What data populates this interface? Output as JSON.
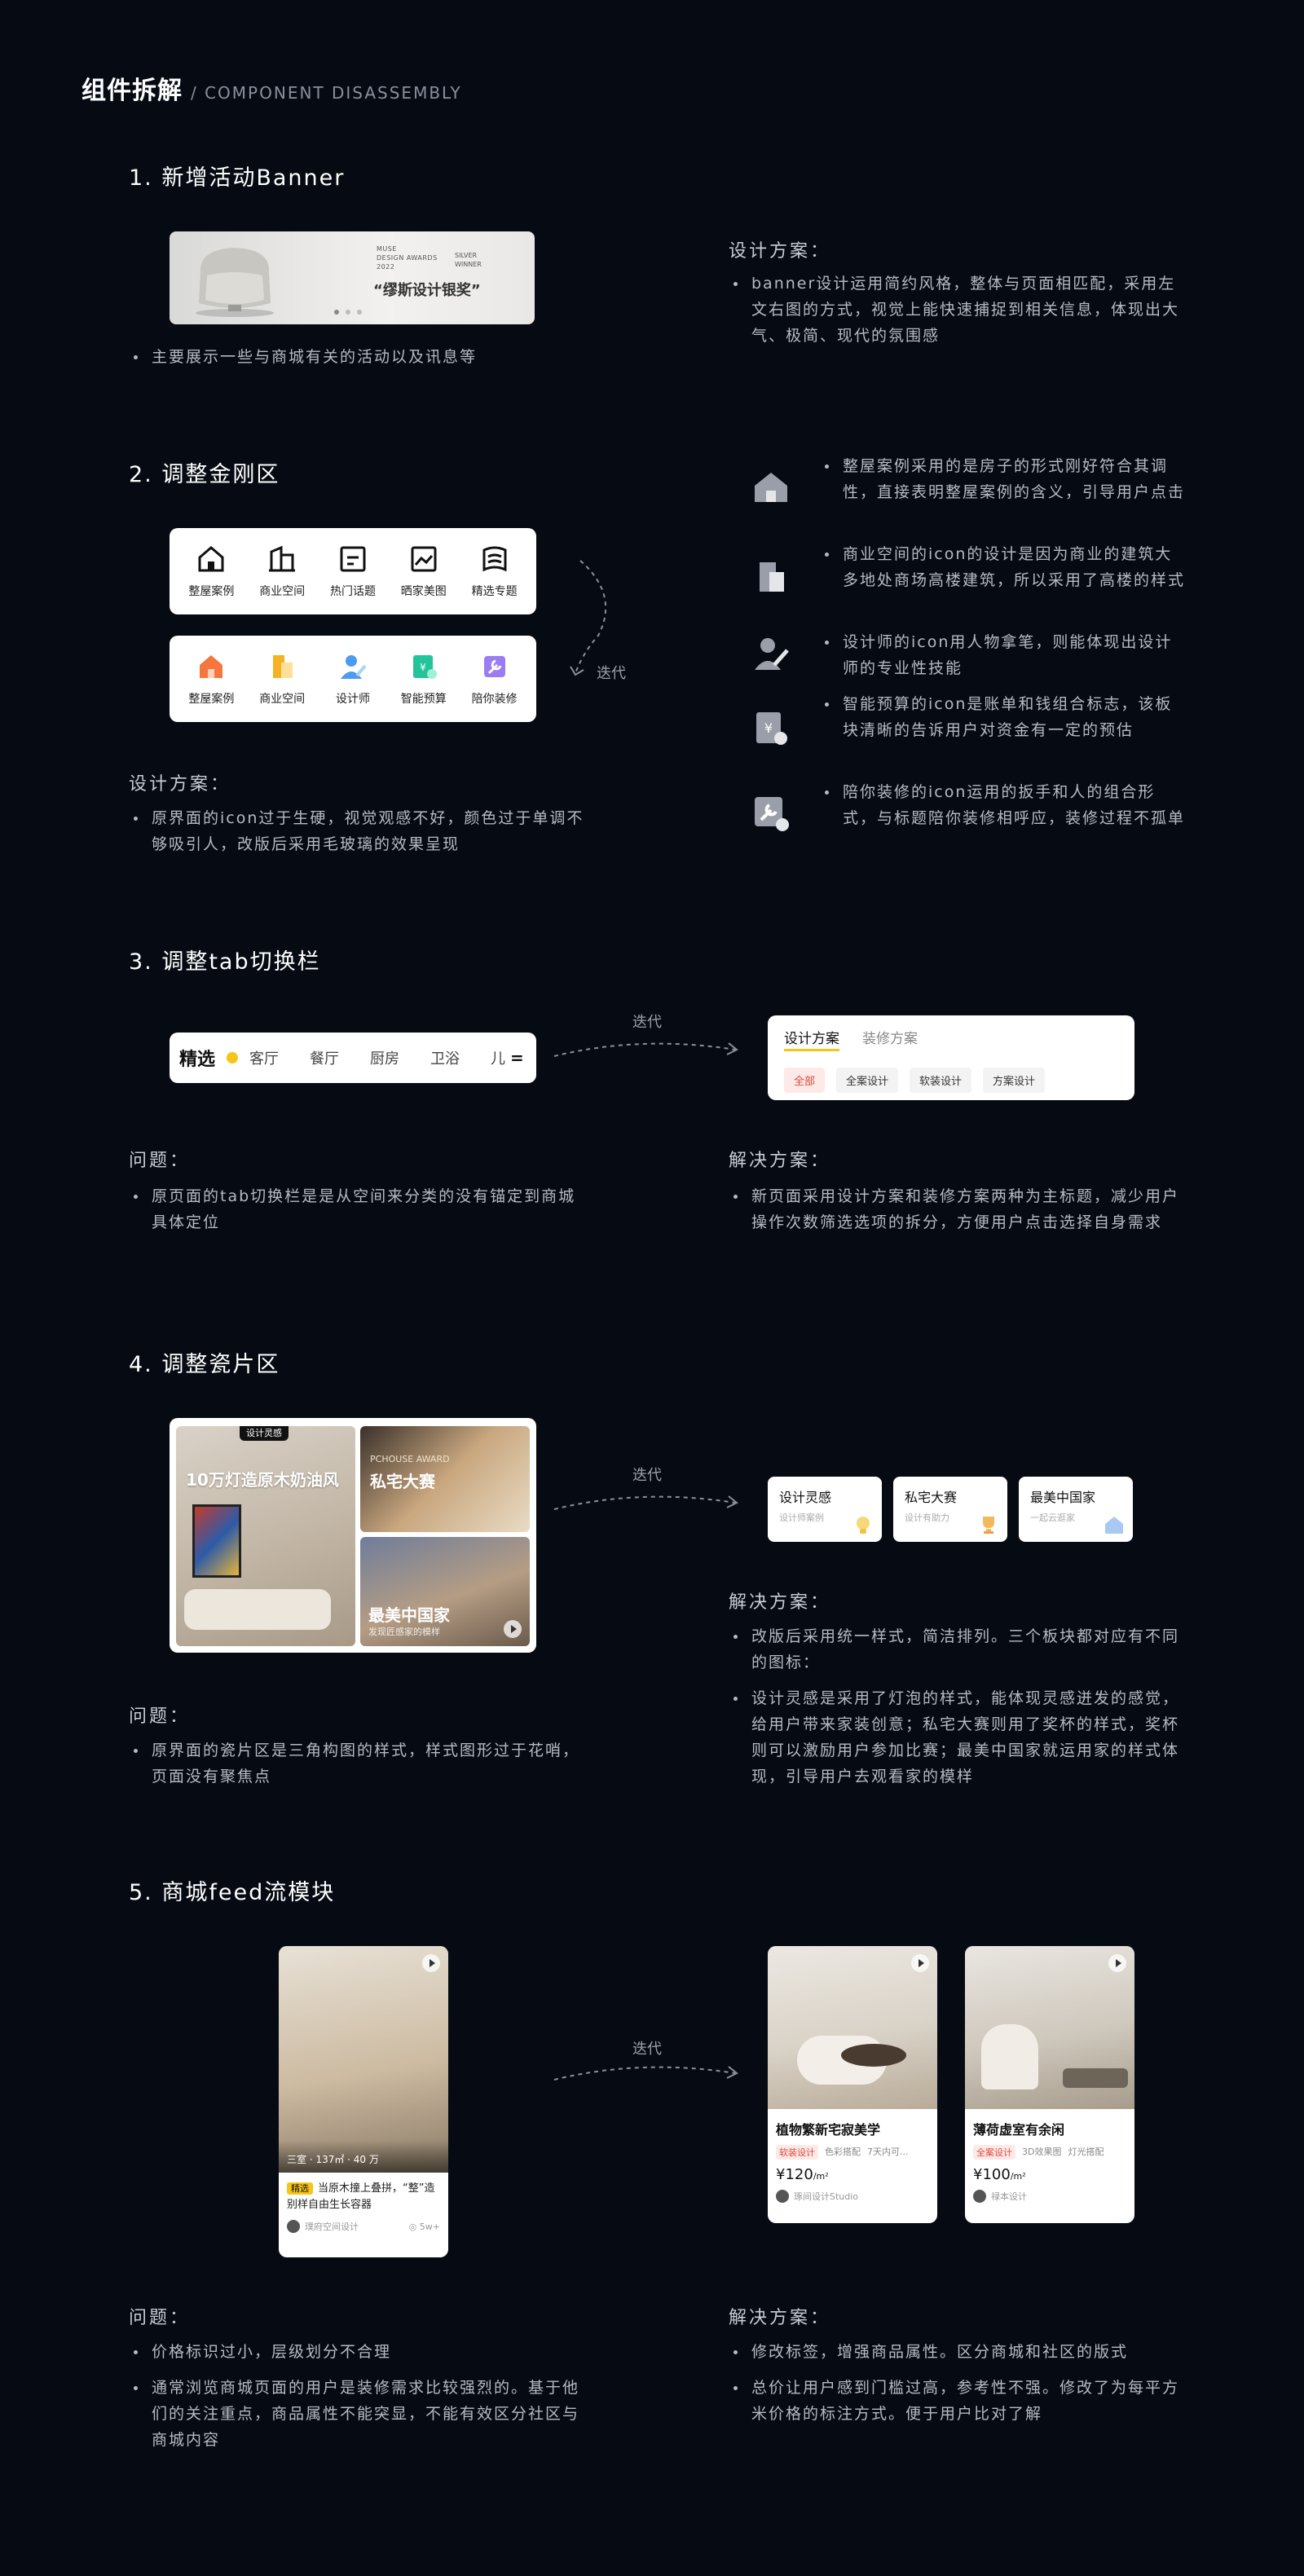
{
  "header": {
    "title": "组件拆解",
    "subtitle": "/ COMPONENT DISASSEMBLY"
  },
  "s1": {
    "title": "1. 新增活动Banner",
    "banner": {
      "award_lines": "MUSE\nDESIGN AWARDS\n2022",
      "award_level": "SILVER\nWINNER",
      "headline": "“缪斯设计银奖”"
    },
    "bullet": "主要展示一些与商城有关的活动以及讯息等",
    "plan_title": "设计方案：",
    "plan": "banner设计运用简约风格，整体与页面相匹配，采用左文右图的方式，视觉上能快速捕捉到相关信息，体现出大气、极简、现代的氛围感"
  },
  "s2": {
    "title": "2. 调整金刚区",
    "items": [
      "整屋案例",
      "商业空间",
      "热门话题",
      "晒家美图",
      "精选专题"
    ],
    "items_new": [
      "整屋案例",
      "商业空间",
      "设计师",
      "智能预算",
      "陪你装修"
    ],
    "iter": "迭代",
    "plan_title": "设计方案：",
    "plan": "原界面的icon过于生硬，视觉观感不好，颜色过于单调不够吸引人，改版后采用毛玻璃的效果呈现",
    "notes": [
      "整屋案例采用的是房子的形式刚好符合其调性，直接表明整屋案例的含义，引导用户点击",
      "商业空间的icon的设计是因为商业的建筑大多地处商场高楼建筑，所以采用了高楼的样式",
      "设计师的icon用人物拿笔，则能体现出设计师的专业性技能",
      "智能预算的icon是账单和钱组合标志，该板块清晰的告诉用户对资金有一定的预估",
      "陪你装修的icon运用的扳手和人的组合形式，与标题陪你装修相呼应，装修过程不孤单"
    ]
  },
  "s3": {
    "title": "3. 调整tab切换栏",
    "old_tabs": [
      "精选",
      "客厅",
      "餐厅",
      "厨房",
      "卫浴",
      "儿"
    ],
    "iter": "迭代",
    "new_tabs": [
      "设计方案",
      "装修方案"
    ],
    "new_chips": [
      "全部",
      "全案设计",
      "软装设计",
      "方案设计"
    ],
    "problem_title": "问题：",
    "problem": "原页面的tab切换栏是是从空间来分类的没有锚定到商城具体定位",
    "solution_title": "解决方案：",
    "solution": "新页面采用设计方案和装修方案两种为主标题，减少用户操作次数筛选选项的拆分，方便用户点击选择自身需求"
  },
  "s4": {
    "title": "4. 调整瓷片区",
    "tile_tag": "设计灵感",
    "tile_big": "10万灯造原木奶油风",
    "tile_tr_small": "PCHOUSE AWARD",
    "tile_tr": "私宅大赛",
    "tile_br": "最美中国家",
    "tile_br_sub": "发现匠感家的模样",
    "iter": "迭代",
    "minis": [
      {
        "t": "设计灵感",
        "s": "设计师案例"
      },
      {
        "t": "私宅大赛",
        "s": "设计有助力"
      },
      {
        "t": "最美中国家",
        "s": "一起云逛家"
      }
    ],
    "problem_title": "问题：",
    "problem": "原界面的瓷片区是三角构图的样式，样式图形过于花哨，页面没有聚焦点",
    "solution_title": "解决方案：",
    "solutions": [
      "改版后采用统一样式，简洁排列。三个板块都对应有不同的图标：",
      "设计灵感是采用了灯泡的样式，能体现灵感迸发的感觉，给用户带来家装创意；私宅大赛则用了奖杯的样式，奖杯则可以激励用户参加比赛；最美中国家就运用家的样式体现，引导用户去观看家的模样"
    ]
  },
  "s5": {
    "title": "5. 商城feed流模块",
    "old": {
      "meta": "三室 · 137㎡ · 40 万",
      "badge": "精选",
      "title": "当原木撞上叠拼，“整”造别样自由生长容器",
      "author": "璞府空间设计",
      "views": "5w+"
    },
    "iter": "迭代",
    "cards": [
      {
        "title": "植物繁新宅寂美学",
        "tags": [
          "软装设计",
          "色彩搭配",
          "7天内可..."
        ],
        "price": "¥120",
        "unit": "/m²",
        "author": "琢间设计Studio"
      },
      {
        "title": "薄荷虚室有余闲",
        "tags": [
          "全案设计",
          "3D效果图",
          "灯光搭配"
        ],
        "price": "¥100",
        "unit": "/m²",
        "author": "禄本设计"
      }
    ],
    "problem_title": "问题：",
    "problems": [
      "价格标识过小，层级划分不合理",
      "通常浏览商城页面的用户是装修需求比较强烈的。基于他们的关注重点，商品属性不能突显，不能有效区分社区与商城内容"
    ],
    "solution_title": "解决方案：",
    "solutions": [
      "修改标签，增强商品属性。区分商城和社区的版式",
      "总价让用户感到门槛过高，参考性不强。修改了为每平方米价格的标注方式。便于用户比对了解"
    ]
  }
}
